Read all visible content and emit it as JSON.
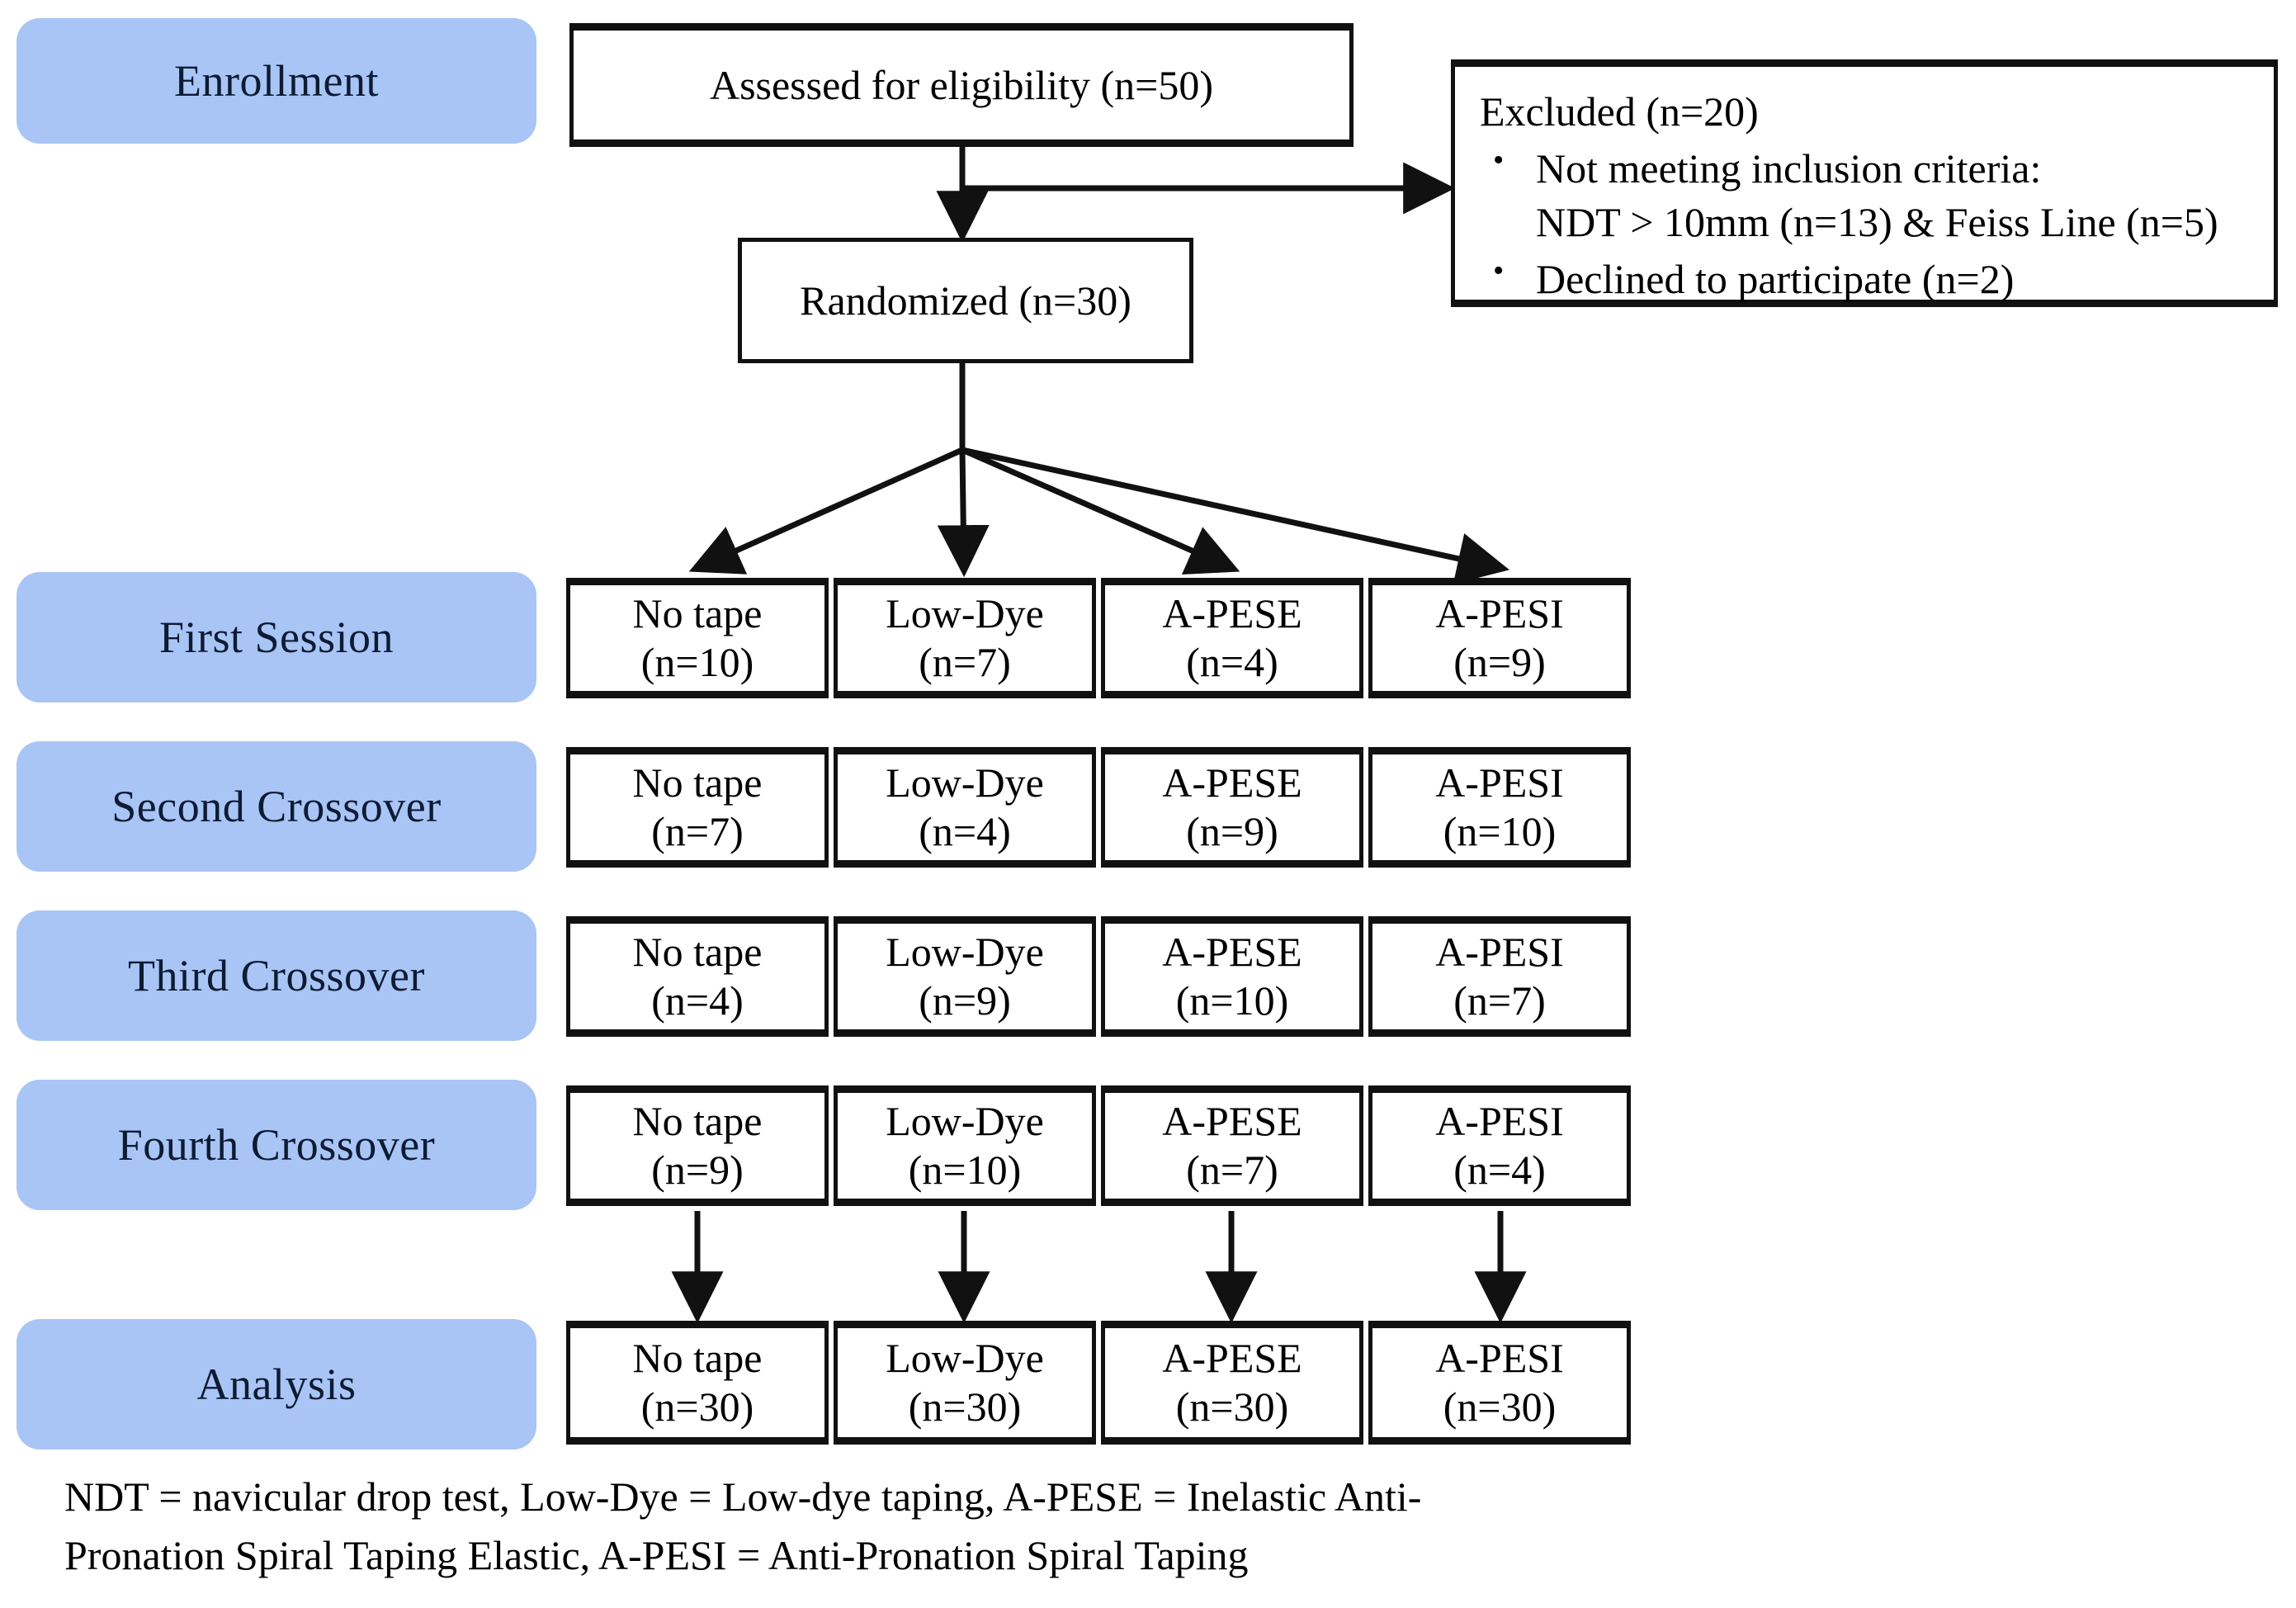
{
  "diagram": {
    "type": "consort-flow-diagram",
    "title": "CONSORT participant flow",
    "accent_blue": "#a9c5f5",
    "line_color": "#111111",
    "background": "#ffffff"
  },
  "stages": [
    {
      "id": "enrollment",
      "label": "Enrollment"
    },
    {
      "id": "first-session",
      "label": "First Session"
    },
    {
      "id": "second-crossover",
      "label": "Second  Crossover"
    },
    {
      "id": "third-crossover",
      "label": "Third Crossover"
    },
    {
      "id": "fourth-crossover",
      "label": "Fourth Crossover"
    },
    {
      "id": "analysis",
      "label": "Analysis"
    }
  ],
  "enrollment": {
    "assessed": {
      "text": "Assessed for eligibility (n=50)",
      "n": 50
    },
    "randomized": {
      "text": "Randomized (n=30)",
      "n": 30
    },
    "excluded": {
      "title": "Excluded (n=20)",
      "n": 20,
      "reasons": [
        {
          "text": "Not meeting inclusion criteria:",
          "detail": "NDT > 10mm (n=13) & Feiss Line (n=5)",
          "counts": [
            13,
            5
          ]
        },
        {
          "text": "Declined to participate (n=2)",
          "detail": "",
          "counts": [
            2
          ]
        }
      ]
    }
  },
  "arms": [
    "No tape",
    "Low-Dye",
    "A-PESE",
    "A-PESI"
  ],
  "rows": [
    {
      "stage": "First Session",
      "cells": [
        {
          "arm": "No tape",
          "count_label": "(n=10)",
          "n": 10
        },
        {
          "arm": "Low-Dye",
          "count_label": "(n=7)",
          "n": 7
        },
        {
          "arm": "A-PESE",
          "count_label": "(n=4)",
          "n": 4
        },
        {
          "arm": "A-PESI",
          "count_label": "(n=9)",
          "n": 9
        }
      ]
    },
    {
      "stage": "Second  Crossover",
      "cells": [
        {
          "arm": "No tape",
          "count_label": "(n=7)",
          "n": 7
        },
        {
          "arm": "Low-Dye",
          "count_label": "(n=4)",
          "n": 4
        },
        {
          "arm": "A-PESE",
          "count_label": "(n=9)",
          "n": 9
        },
        {
          "arm": "A-PESI",
          "count_label": "(n=10)",
          "n": 10
        }
      ]
    },
    {
      "stage": "Third Crossover",
      "cells": [
        {
          "arm": "No tape",
          "count_label": "(n=4)",
          "n": 4
        },
        {
          "arm": "Low-Dye",
          "count_label": "(n=9)",
          "n": 9
        },
        {
          "arm": "A-PESE",
          "count_label": "(n=10)",
          "n": 10
        },
        {
          "arm": "A-PESI",
          "count_label": "(n=7)",
          "n": 7
        }
      ]
    },
    {
      "stage": "Fourth Crossover",
      "cells": [
        {
          "arm": "No tape",
          "count_label": "(n=9)",
          "n": 9
        },
        {
          "arm": "Low-Dye",
          "count_label": "(n=10)",
          "n": 10
        },
        {
          "arm": "A-PESE",
          "count_label": "(n=7)",
          "n": 7
        },
        {
          "arm": "A-PESI",
          "count_label": "(n=4)",
          "n": 4
        }
      ]
    },
    {
      "stage": "Analysis",
      "cells": [
        {
          "arm": "No tape",
          "count_label": "(n=30)",
          "n": 30
        },
        {
          "arm": "Low-Dye",
          "count_label": "(n=30)",
          "n": 30
        },
        {
          "arm": "A-PESE",
          "count_label": "(n=30)",
          "n": 30
        },
        {
          "arm": "A-PESI",
          "count_label": "(n=30)",
          "n": 30
        }
      ]
    }
  ],
  "footnote": {
    "line1": "NDT = navicular drop test, Low-Dye = Low-dye taping, A-PESE = Inelastic Anti-",
    "line2": "Pronation Spiral Taping Elastic, A-PESI = Anti-Pronation Spiral Taping"
  }
}
